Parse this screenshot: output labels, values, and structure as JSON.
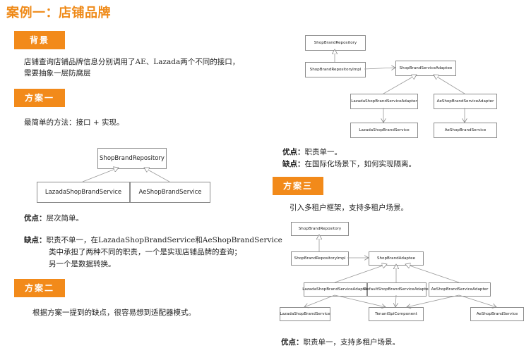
{
  "title": "案例一：店铺品牌",
  "sections": {
    "background": {
      "tag": "背景",
      "lines": [
        "店铺查询店铺品牌信息分别调用了AE、Lazada两个不同的接口，",
        "需要抽象一层防腐层"
      ]
    },
    "plan1": {
      "tag": "方案一",
      "desc": "最简单的方法：接口 + 实现。",
      "diagram": {
        "repo": "ShopBrandRepository",
        "lazada": "LazadaShopBrandService",
        "ae": "AeShopBrandService"
      },
      "pros_label": "优点：",
      "pros": "层次简单。",
      "cons_label": "缺点：",
      "cons_lines": [
        "职责不单一，在LazadaShopBrandService和AeShopBrandService",
        "类中承担了两种不同的职责，一个是实现店铺品牌的查询；",
        "另一个是数据转换。"
      ]
    },
    "plan2": {
      "tag": "方案二",
      "desc": "根据方案一提到的缺点，很容易想到适配器模式。",
      "diagram": {
        "repo": "ShopBrandRepository",
        "impl": "ShopBrandRepositoryImpl",
        "adaptee": "ShopBrandServiceAdaptee",
        "lazada_adapter": "LazadaShopBrandServiceAdapter",
        "ae_adapter": "AeShopBrandServiceAdapter",
        "lazada_service": "LazadaShopBrandService",
        "ae_service": "AeShopBrandService"
      },
      "pros_label": "优点：",
      "pros": "职责单一。",
      "cons_label": "缺点：",
      "cons": "在国际化场景下，如何实现隔离。"
    },
    "plan3": {
      "tag": "方案三",
      "desc": "引入多租户框架，支持多租户场景。",
      "diagram": {
        "repo": "ShopBrandRepository",
        "impl": "ShopBrandRepositoryImpl",
        "adaptee": "ShopBrandAdaptee",
        "lazada_adapter": "LazadaShopBrandServiceAdapter",
        "default_adapter": "DefaultShopBrandServiceAdapter",
        "ae_adapter": "AeShopBrandServiceAdapter",
        "lazada_service": "LazadaShopBrandService",
        "tenant": "TenantSpiComponent",
        "ae_service": "AeShopBrandService"
      },
      "pros_label": "优点：",
      "pros": "职责单一，支持多租户场景。"
    }
  }
}
